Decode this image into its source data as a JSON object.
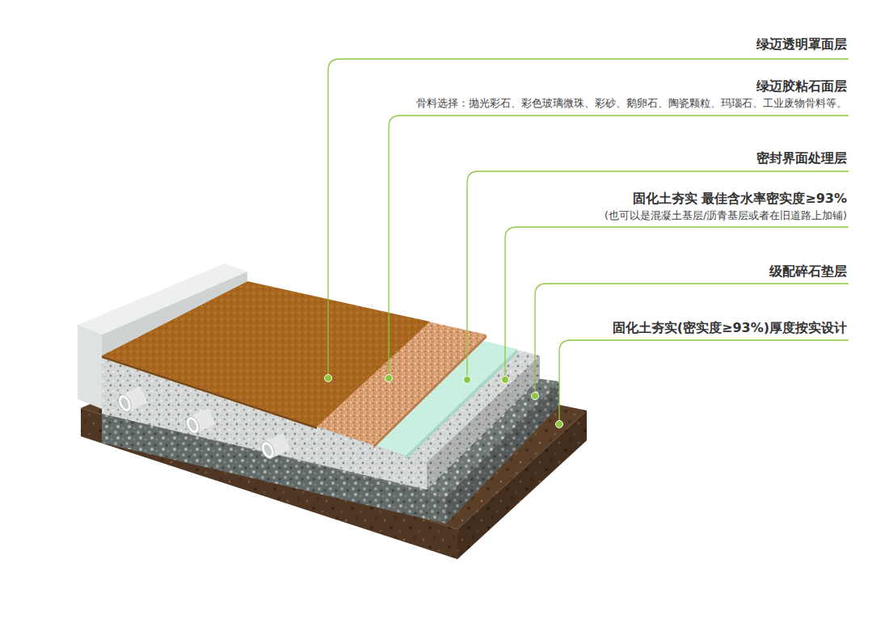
{
  "diagram": {
    "labels": [
      "绿迈透明罩面层",
      "绿迈胶粘石面层",
      "骨料选择：抛光彩石、彩色玻璃微珠、彩砂、鹅卵石、陶瓷颗粒、玛瑙石、工业废物骨料等。",
      "密封界面处理层",
      "固化土夯实 最佳含水率密实度≥93%",
      "(也可以是混凝土基层/沥青基层或者在旧道路上加铺)",
      "级配碎石垫层",
      "固化土夯实(密实度≥93%)厚度按实设计"
    ]
  }
}
